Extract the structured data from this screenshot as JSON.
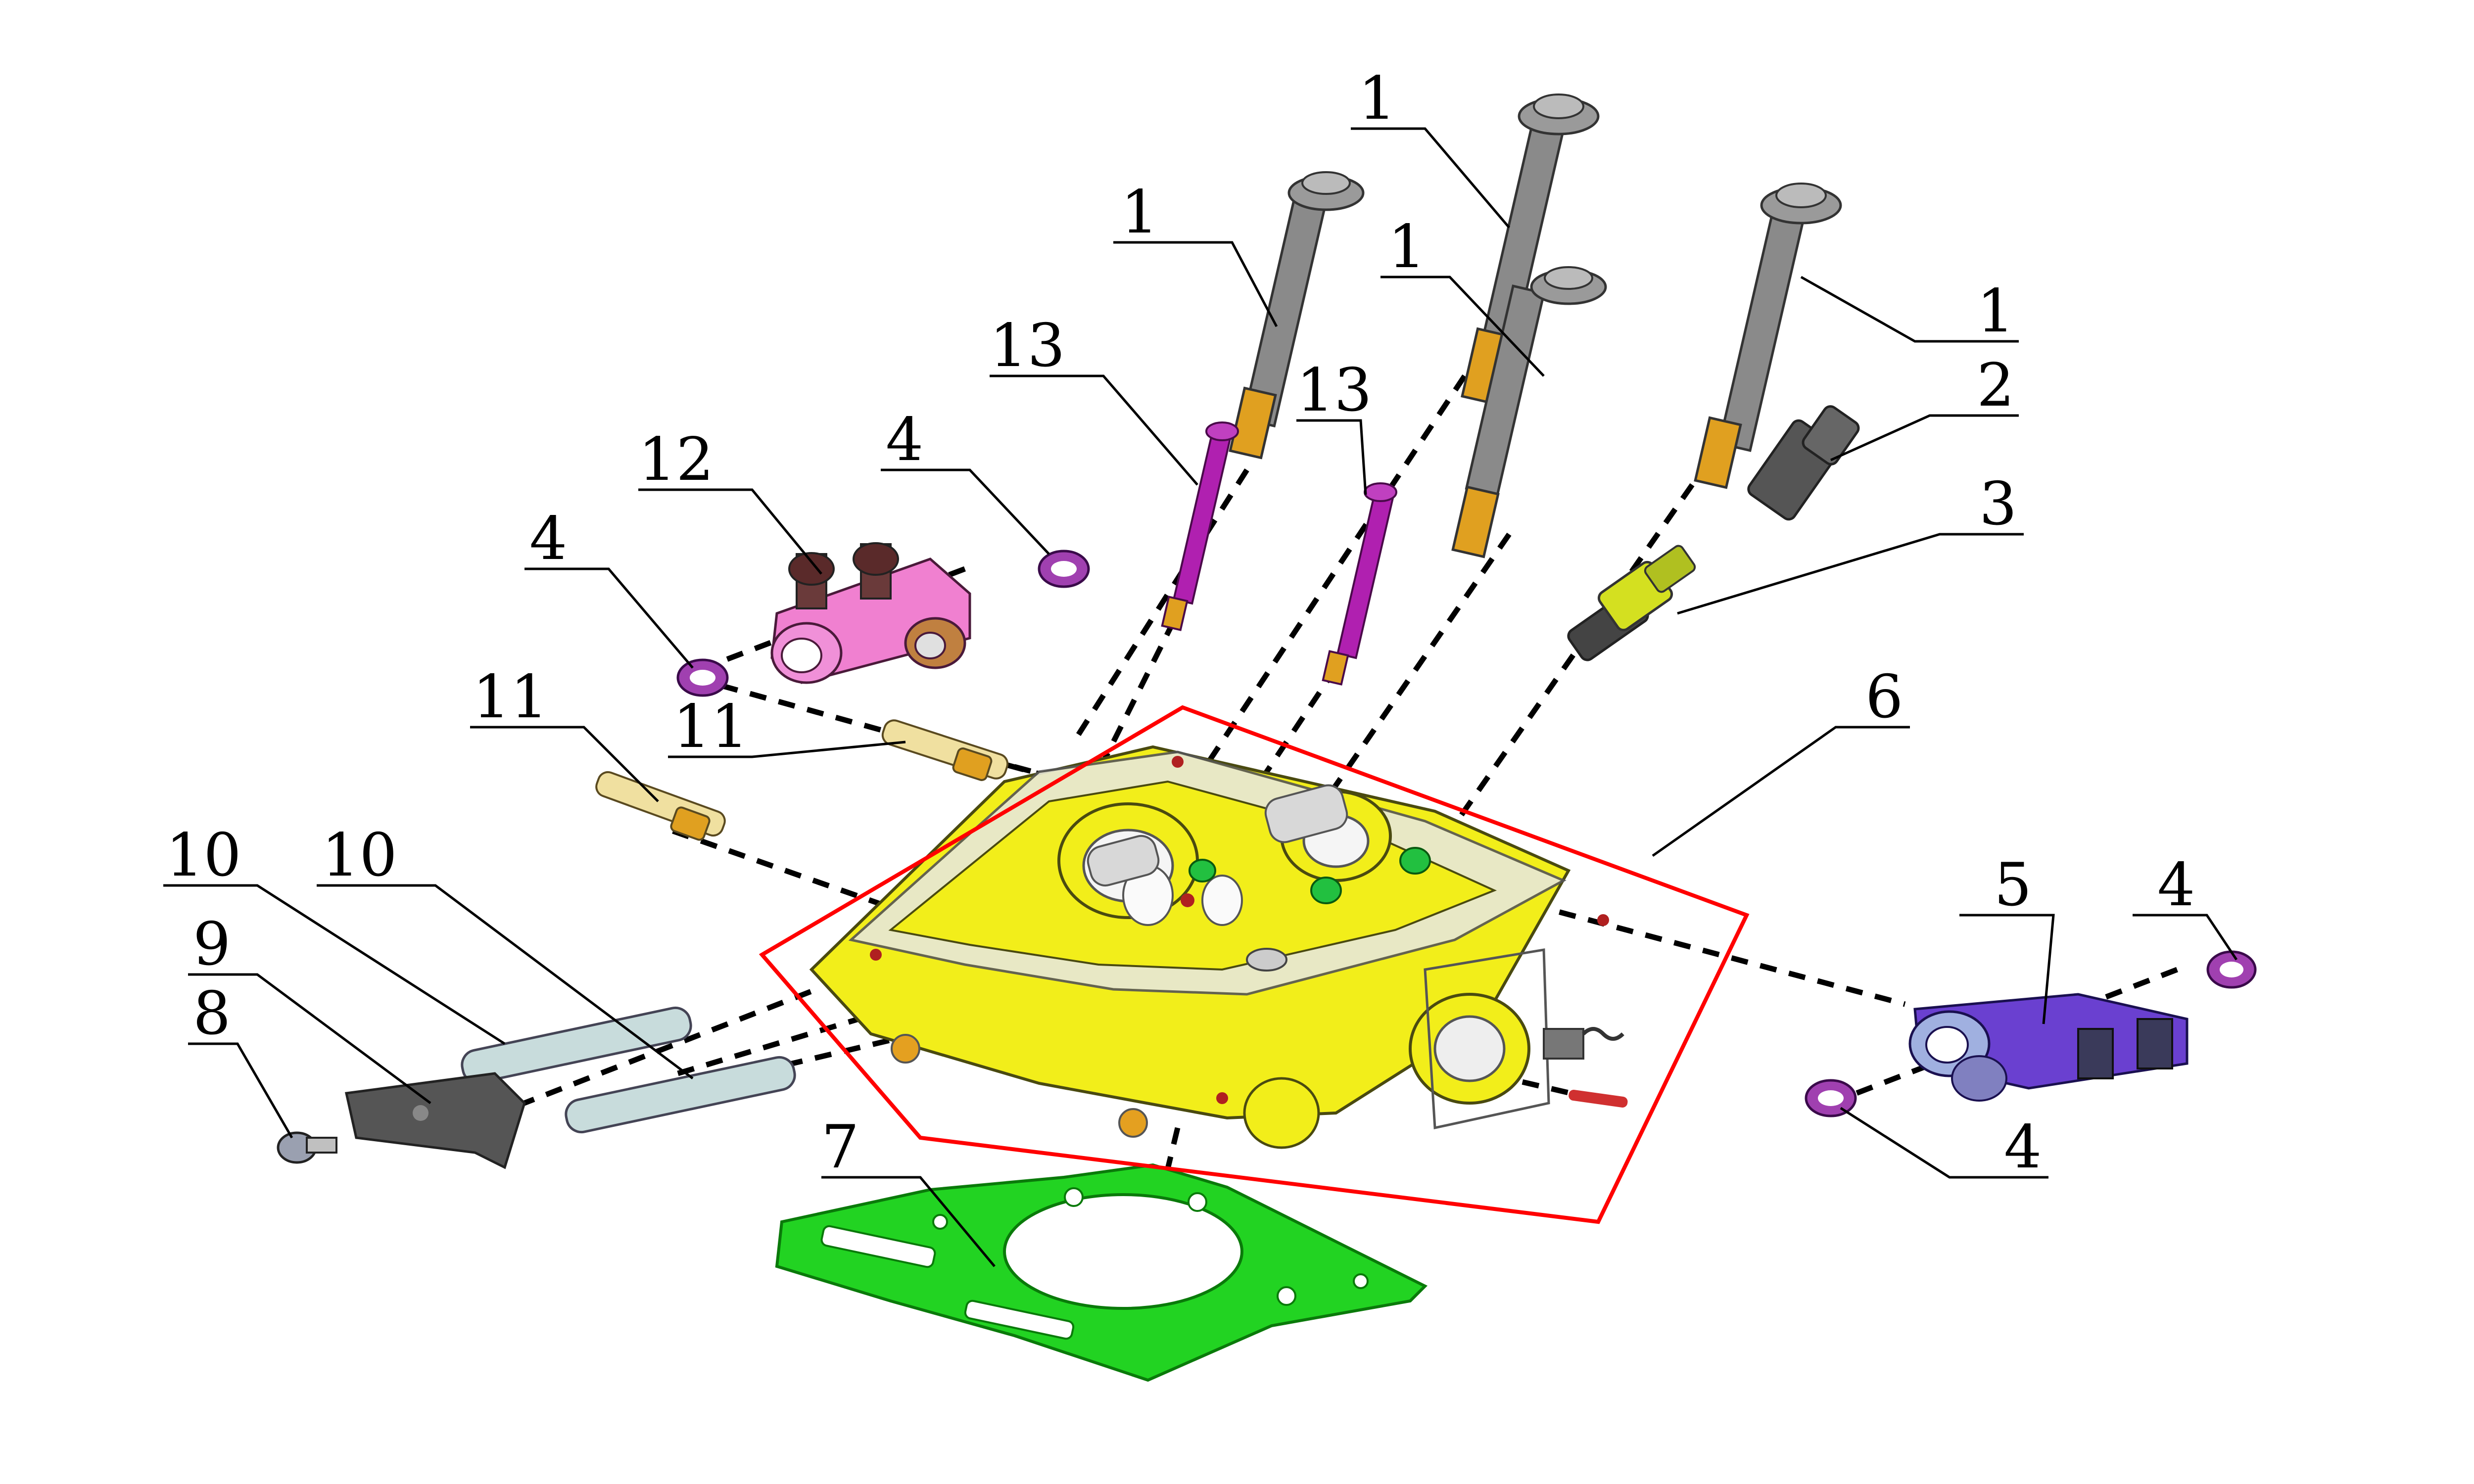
{
  "diagram": {
    "title": "",
    "accent_colors": {
      "cylinder_head": "#f2ee1a",
      "gasket": "#22d322",
      "bolt_shaft": "#8a8a8a",
      "bolt_tip": "#e0a020",
      "stud": "#b020b0",
      "washer": "#a040b0",
      "rocker_left": "#f080d0",
      "rocker_right": "#6a40d0",
      "valve": "#f0e0a0",
      "pin": "#c8dcdc",
      "highlight_box": "#ff0000"
    },
    "callouts": [
      {
        "id": "c1a",
        "label": "1"
      },
      {
        "id": "c1b",
        "label": "1"
      },
      {
        "id": "c1c",
        "label": "1"
      },
      {
        "id": "c1d",
        "label": "1"
      },
      {
        "id": "c2",
        "label": "2"
      },
      {
        "id": "c3",
        "label": "3"
      },
      {
        "id": "c4a",
        "label": "4"
      },
      {
        "id": "c4b",
        "label": "4"
      },
      {
        "id": "c4c",
        "label": "4"
      },
      {
        "id": "c4d",
        "label": "4"
      },
      {
        "id": "c5",
        "label": "5"
      },
      {
        "id": "c6",
        "label": "6"
      },
      {
        "id": "c7",
        "label": "7"
      },
      {
        "id": "c8",
        "label": "8"
      },
      {
        "id": "c9",
        "label": "9"
      },
      {
        "id": "c10a",
        "label": "10"
      },
      {
        "id": "c10b",
        "label": "10"
      },
      {
        "id": "c11a",
        "label": "11"
      },
      {
        "id": "c11b",
        "label": "11"
      },
      {
        "id": "c12",
        "label": "12"
      },
      {
        "id": "c13a",
        "label": "13"
      },
      {
        "id": "c13b",
        "label": "13"
      }
    ]
  }
}
